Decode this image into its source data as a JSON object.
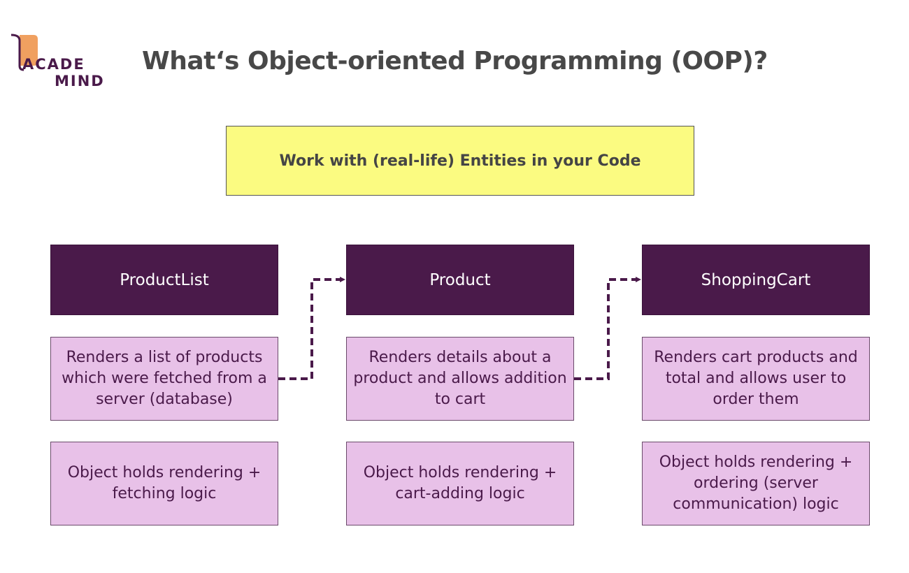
{
  "logo": {
    "line1": "ACADE",
    "line2": "MIND"
  },
  "title": "What‘s Object-oriented Programming (OOP)?",
  "top_box": "Work with (real-life) Entities in your Code",
  "columns": [
    {
      "header": "ProductList",
      "description": "Renders a list of products which were fetched from a server (database)",
      "logic": "Object holds rendering + fetching logic"
    },
    {
      "header": "Product",
      "description": "Renders details about a product and allows addition to cart",
      "logic": "Object holds rendering + cart-adding logic"
    },
    {
      "header": "ShoppingCart",
      "description": "Renders cart products and total and allows user to order them",
      "logic": "Object holds rendering + ordering (server communication) logic"
    }
  ],
  "colors": {
    "header_fill": "#4a1a4a",
    "box_fill": "#e8c1e8",
    "top_box_fill": "#fbfb81",
    "logo_scroll": "#f0a060"
  }
}
